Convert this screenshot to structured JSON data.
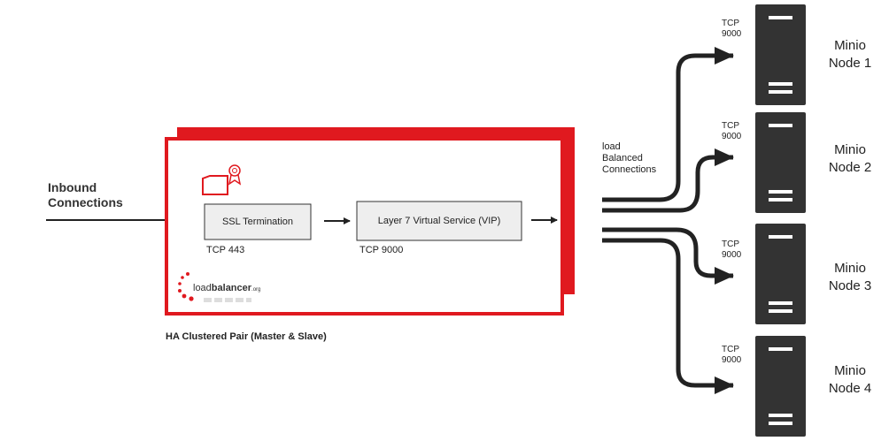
{
  "inbound": {
    "line1": "Inbound",
    "line2": "Connections"
  },
  "ha_pair": {
    "caption": "HA Clustered Pair (Master & Slave)",
    "ssl_box": {
      "label": "SSL Termination",
      "port": "TCP 443"
    },
    "vip_box": {
      "label": "Layer 7 Virtual Service (VIP)",
      "port": "TCP 9000"
    },
    "brand": {
      "prefix": "load",
      "bold": "balancer",
      "suffix": ".org"
    }
  },
  "balanced": {
    "line1": "load",
    "line2": "Balanced",
    "line3": "Connections"
  },
  "nodes": [
    {
      "tcp": "TCP",
      "port": "9000",
      "name_line1": "Minio",
      "name_line2": "Node 1"
    },
    {
      "tcp": "TCP",
      "port": "9000",
      "name_line1": "Minio",
      "name_line2": "Node 2"
    },
    {
      "tcp": "TCP",
      "port": "9000",
      "name_line1": "Minio",
      "name_line2": "Node 3"
    },
    {
      "tcp": "TCP",
      "port": "9000",
      "name_line1": "Minio",
      "name_line2": "Node 4"
    }
  ],
  "colors": {
    "accent_red": "#e0191f",
    "server_dark": "#333333",
    "box_fill": "#eeeeee",
    "line": "#222222"
  },
  "icons": {
    "certificate": "certificate-icon",
    "server": "server-icon"
  }
}
